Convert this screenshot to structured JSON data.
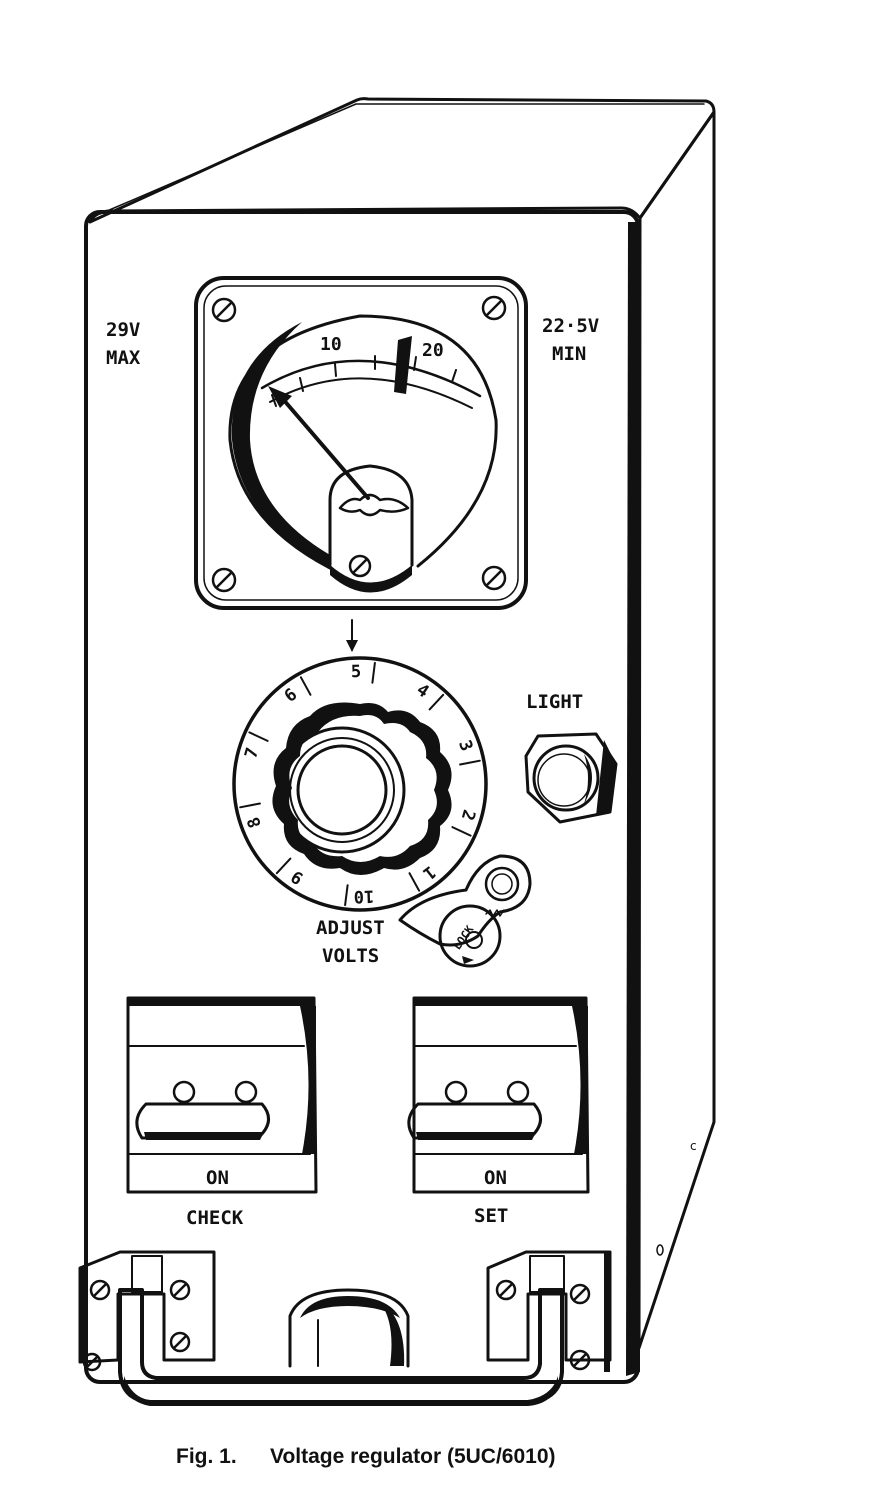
{
  "labels": {
    "max_voltage": "29V",
    "max_text": "MAX",
    "min_voltage": "22·5V",
    "min_text": "MIN",
    "light": "LIGHT",
    "adjust": "ADJUST",
    "volts": "VOLTS",
    "lock": "LOCK",
    "check_on": "ON",
    "check": "CHECK",
    "set_on": "ON",
    "set": "SET"
  },
  "meter": {
    "scale_labels": [
      "10",
      "20"
    ]
  },
  "adjust_dial": {
    "numbers": [
      "5",
      "4",
      "3",
      "2",
      "1",
      "10",
      "9",
      "8",
      "7",
      "6"
    ]
  },
  "caption": {
    "fig": "Fig. 1.",
    "text": "Voltage regulator (5UC/6010)"
  }
}
